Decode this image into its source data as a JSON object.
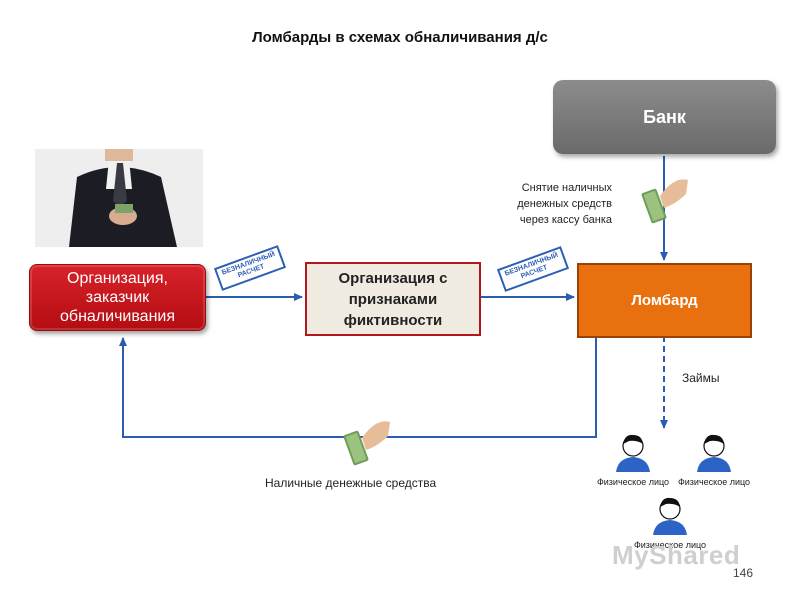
{
  "title": "Ломбарды в схемах обналичивания д/с",
  "nodes": {
    "client_org": "Организация,\nзаказчик\nобналичивания",
    "fictitious_org": "Организация с\nпризнаками\nфиктивности",
    "pawnshop": "Ломбард",
    "bank": "Банк"
  },
  "stamps": {
    "cashless_1": "БЕЗНАЛИЧНЫЙ\nРАСЧЕТ",
    "cashless_2": "БЕЗНАЛИЧНЫЙ\nРАСЧЕТ"
  },
  "annotations": {
    "cash_withdrawal": "Снятие наличных\nденежных средств\nчерез кассу банка",
    "loans": "Займы",
    "cash_funds": "Наличные денежные средства"
  },
  "persons": [
    "Физическое лицо",
    "Физическое лицо",
    "Физическое лицо"
  ],
  "page_number": "146",
  "watermark": "MyShared",
  "colors": {
    "client_org": "#c4161c",
    "fictitious_org_border": "#b3161c",
    "pawnshop": "#e8700f",
    "bank": "#7a7a7a",
    "arrows": "#2a5db0"
  }
}
